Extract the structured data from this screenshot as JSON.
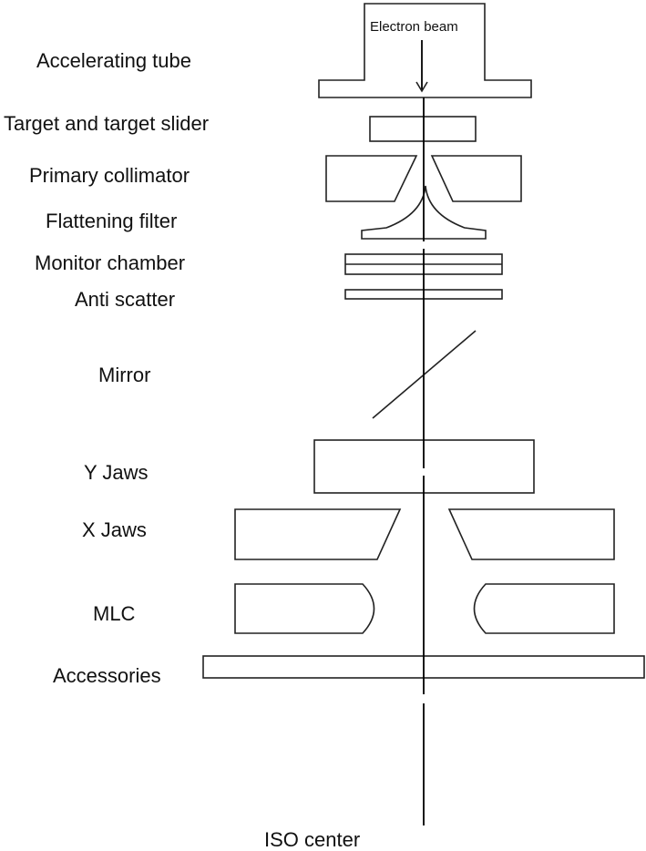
{
  "labels": {
    "electron_beam": "Electron beam",
    "accelerating_tube": "Accelerating tube",
    "target": "Target and target slider",
    "primary_collimator": "Primary collimator",
    "flattening_filter": "Flattening filter",
    "monitor_chamber": "Monitor chamber",
    "anti_scatter": "Anti scatter",
    "mirror": "Mirror",
    "y_jaws": "Y Jaws",
    "x_jaws": "X Jaws",
    "mlc": "MLC",
    "accessories": "Accessories",
    "iso_center": "ISO center"
  }
}
